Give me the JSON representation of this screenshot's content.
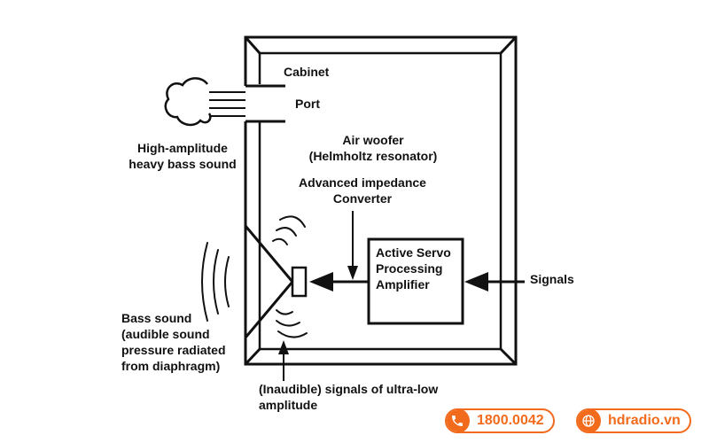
{
  "labels": {
    "cabinet": "Cabinet",
    "port": "Port",
    "high_amp_line1": "High-amplitude",
    "high_amp_line2": "heavy bass sound",
    "air_woofer_line1": "Air woofer",
    "air_woofer_line2": "(Helmholtz resonator)",
    "impedance_line1": "Advanced impedance",
    "impedance_line2": "Converter",
    "amp_line1": "Active Servo",
    "amp_line2": "Processing",
    "amp_line3": "Amplifier",
    "signals": "Signals",
    "bass_line1": "Bass sound",
    "bass_line2": "(audible sound",
    "bass_line3": "pressure radiated",
    "bass_line4": "from diaphragm)",
    "inaudible_line1": "(Inaudible) signals of ultra-low",
    "inaudible_line2": "amplitude"
  },
  "footer": {
    "phone": "1800.0042",
    "website": "hdradio.vn",
    "phone_icon": "phone-icon",
    "globe_icon": "globe-icon",
    "accent_color": "#f26b1d"
  }
}
